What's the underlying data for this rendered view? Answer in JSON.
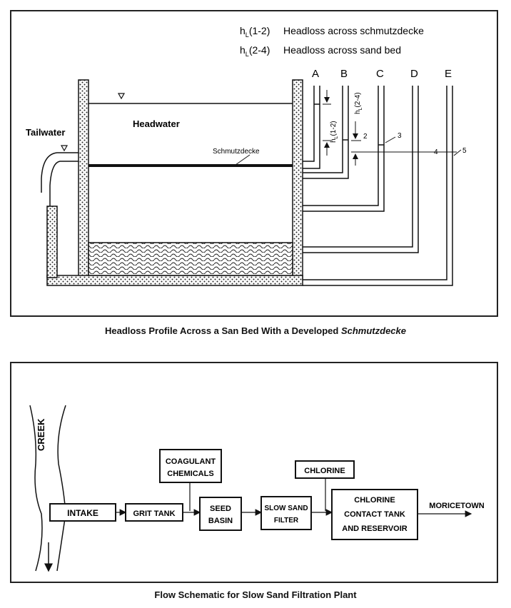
{
  "diagram1": {
    "legend": [
      {
        "symbol": "h",
        "sub": "L",
        "tail": "(1-2)",
        "desc": "Headloss across schmutzdecke"
      },
      {
        "symbol": "h",
        "sub": "L",
        "tail": "(2-4)",
        "desc": "Headloss across sand bed"
      }
    ],
    "labels": {
      "headwater": "Headwater",
      "tailwater": "Tailwater",
      "schmutzdecke": "Schmutzdecke",
      "hl12": "(1-2)",
      "hl24": "(2-4)",
      "h": "h",
      "sub_l": "L"
    },
    "tubes": [
      "A",
      "B",
      "C",
      "D",
      "E"
    ],
    "points": [
      "2",
      "3",
      "4",
      "5"
    ],
    "caption_plain": "Headloss Profile Across a San Bed With a Developed ",
    "caption_italic": "Schmutzdecke"
  },
  "diagram2": {
    "creek": "CREEK",
    "nodes": {
      "intake": "INTAKE",
      "grit_tank": "GRIT TANK",
      "coagulant_line1": "COAGULANT",
      "coagulant_line2": "CHEMICALS",
      "seed_line1": "SEED",
      "seed_line2": "BASIN",
      "slow_line1": "SLOW SAND",
      "slow_line2": "FILTER",
      "chlorine": "CHLORINE",
      "contact_line1": "CHLORINE",
      "contact_line2": "CONTACT TANK",
      "contact_line3": "AND RESERVOIR",
      "moricetown": "MORICETOWN"
    },
    "caption": "Flow Schematic for Slow Sand Filtration Plant"
  }
}
